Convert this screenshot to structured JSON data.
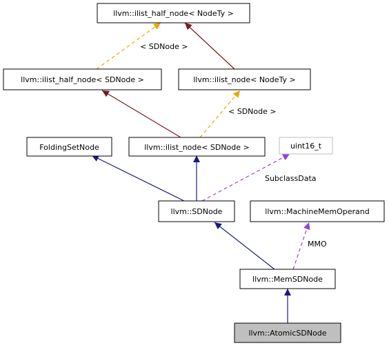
{
  "colors": {
    "inheritance": "#1a1a7a",
    "template": "#7a1a1a",
    "template_instance": "#f0a500",
    "usage": "#9a3fd8",
    "highlight_fill": "#bfbfbf"
  },
  "nodes": {
    "half_node_nodety": "llvm::ilist_half_node< NodeTy >",
    "half_node_sdnode": "llvm::ilist_half_node< SDNode >",
    "ilist_node_nodety": "llvm::ilist_node< NodeTy >",
    "folding_set_node": "FoldingSetNode",
    "ilist_node_sdnode": "llvm::ilist_node< SDNode >",
    "uint16_t": "uint16_t",
    "sdnode": "llvm::SDNode",
    "machine_mem_operand": "llvm::MachineMemOperand",
    "mem_sdnode": "llvm::MemSDNode",
    "atomic_sdnode": "llvm::AtomicSDNode"
  },
  "edge_labels": {
    "half_template_arg": "< SDNode >",
    "ilist_template_arg": "< SDNode >",
    "subclass_data": "SubclassData",
    "mmo": "MMO"
  }
}
